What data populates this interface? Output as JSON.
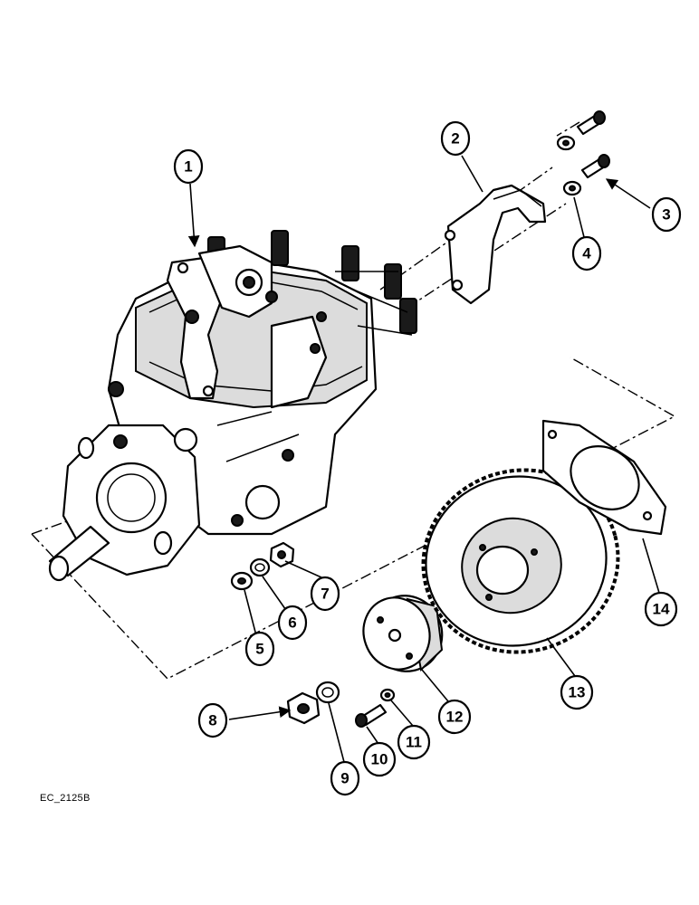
{
  "figure_code": "EC_2125B",
  "callouts": [
    "1",
    "2",
    "3",
    "4",
    "5",
    "6",
    "7",
    "8",
    "9",
    "10",
    "11",
    "12",
    "13",
    "14"
  ],
  "parts": {
    "injection_pump": "injection-pump",
    "bracket": "bracket",
    "bolt": "bolt",
    "washer": "washer",
    "nut": "nut",
    "lock_washer": "lock-washer",
    "hub": "hub",
    "gear": "gear",
    "gasket": "gasket"
  }
}
